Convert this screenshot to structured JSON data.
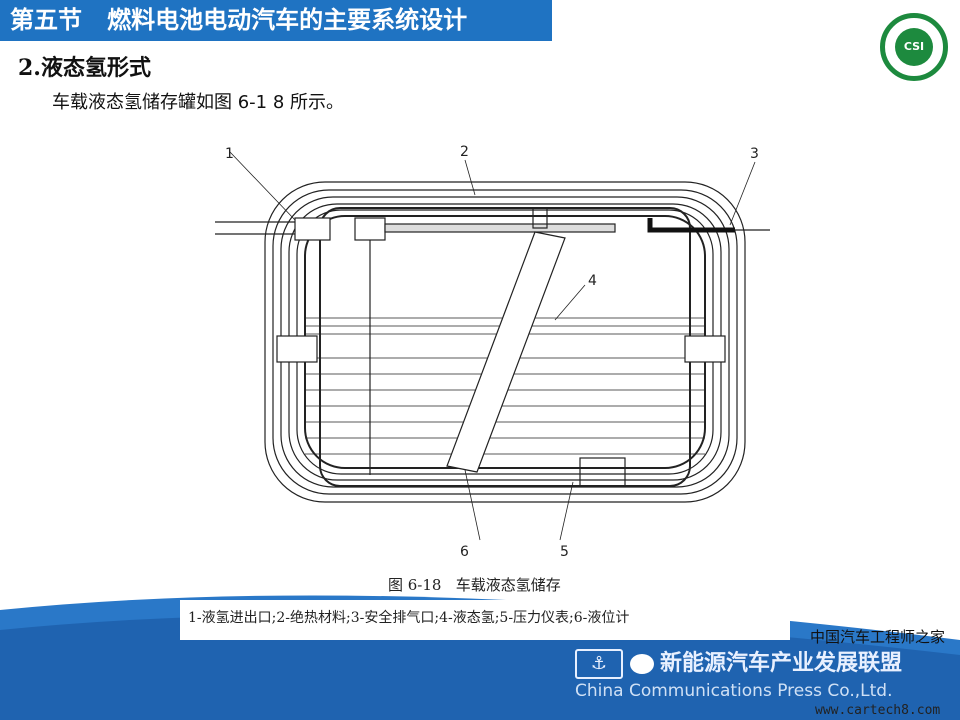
{
  "header": {
    "title": "第五节   燃料电池电动汽车的主要系统设计"
  },
  "logo": {
    "text": "CSI"
  },
  "section": {
    "heading": "2.液态氢形式",
    "text": "车载液态氢储存罐如图 6-1 8 所示。"
  },
  "figure": {
    "labels": [
      "1",
      "2",
      "3",
      "4",
      "5",
      "6"
    ],
    "caption": "图 6-18   车载液态氢储存",
    "legend": "1-液氢进出口;2-绝热材料;3-安全排气口;4-液态氢;5-压力仪表;6-液位计"
  },
  "watermark": {
    "alliance": "新能源汽车产业发展联盟",
    "press": "China Communications Press Co.,Ltd.",
    "site_name": "中国汽车工程师之家",
    "url": "www.cartech8.com"
  },
  "colors": {
    "title_bar": "#1f73c2",
    "logo_green": "#1d8a3e"
  }
}
